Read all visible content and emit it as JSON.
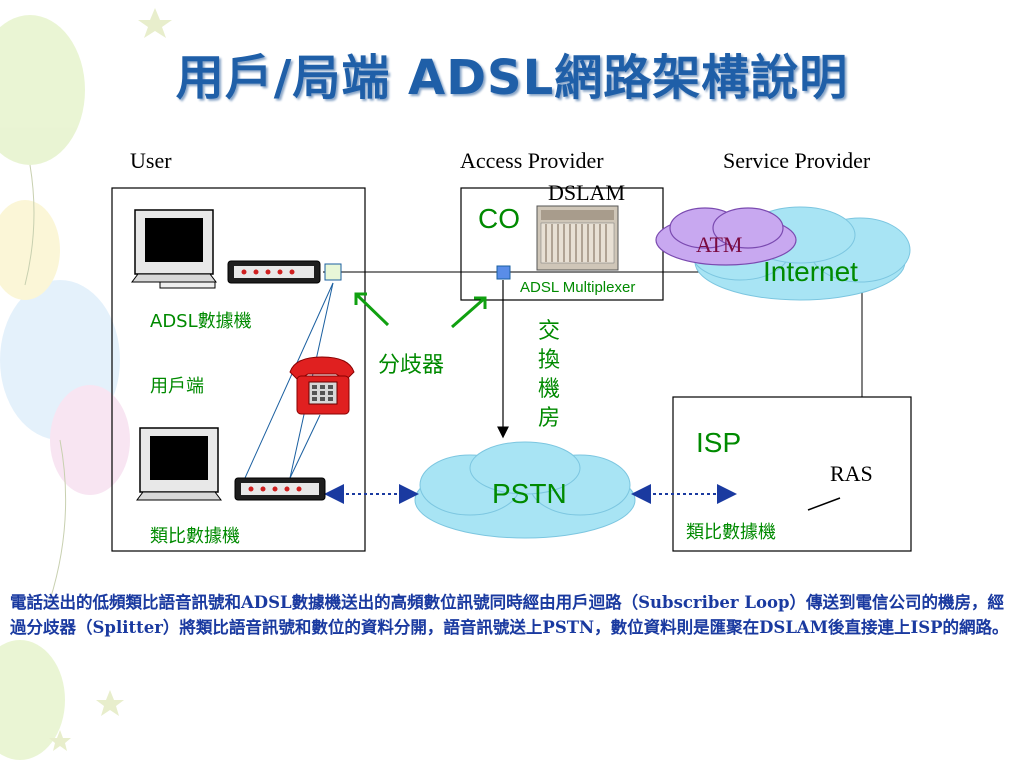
{
  "slide": {
    "title": "用戶/局端 ADSL網路架構說明",
    "headers": {
      "user": "User",
      "access_provider": "Access Provider",
      "service_provider": "Service Provider"
    },
    "labels": {
      "dslam": "DSLAM",
      "co": "CO",
      "adsl_multiplexer": "ADSL Multiplexer",
      "atm": "ATM",
      "internet": "Internet",
      "adsl_modem": "ADSL數據機",
      "user_side": "用戶端",
      "splitter": "分歧器",
      "exchange_room": "交換機房",
      "pstn": "PSTN",
      "isp": "ISP",
      "ras": "RAS",
      "analog_modem_user": "類比數據機",
      "analog_modem_isp": "類比數據機"
    },
    "caption": "電話送出的低頻類比語音訊號和ADSL數據機送出的高頻數位訊號同時經由用戶迴路（Subscriber Loop）傳送到電信公司的機房，經過分歧器（Splitter）將類比語音訊號和數位的資料分開，語音訊號送上PSTN，數位資料則是匯聚在DSLAM後直接連上ISP的網路。",
    "colors": {
      "title": "#1f5fa8",
      "label_green": "#008a00",
      "cloud_fill": "#a8e4f4",
      "atm_fill": "#c8a8f0",
      "caption": "#1a3aa0",
      "phone_red": "#e02020"
    }
  }
}
